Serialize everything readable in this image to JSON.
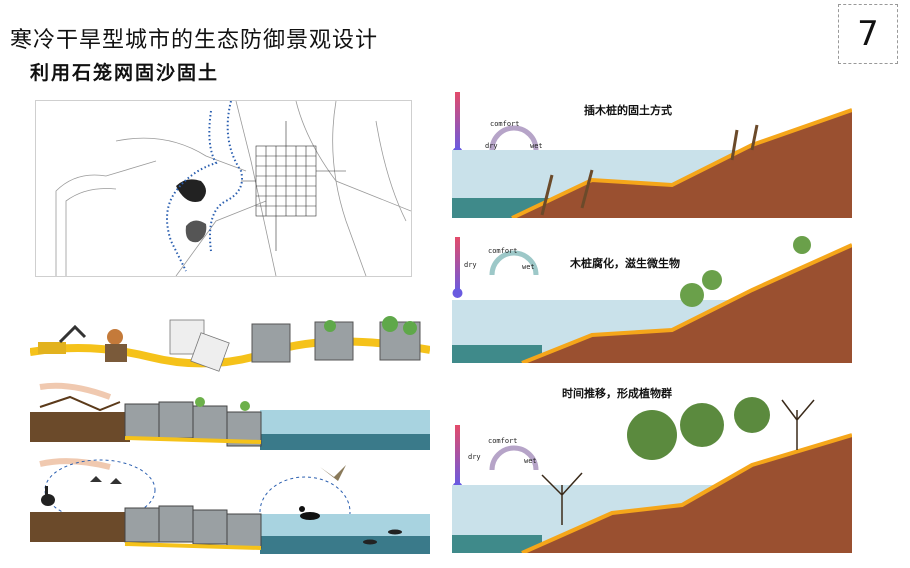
{
  "header": {
    "title": "寒冷干旱型城市的生态防御景观设计",
    "subtitle": "利用石笼网固沙固土",
    "page_number": "7"
  },
  "scenes": [
    {
      "label": "插木桩的固土方式",
      "gauge": {
        "comfort": "comfort",
        "dry": "dry",
        "wet": "wet"
      }
    },
    {
      "label": "木桩腐化，滋生微生物",
      "gauge": {
        "comfort": "comfort",
        "dry": "dry",
        "wet": "wet"
      }
    },
    {
      "label": "时间推移，形成植物群",
      "gauge": {
        "comfort": "comfort",
        "dry": "dry",
        "wet": "wet"
      }
    }
  ],
  "colors": {
    "accent_yellow": "#f5c21a",
    "soil": "#8a4a2a",
    "water": "#a8d3e0",
    "route_dots": "#2b5fb0",
    "thermo_top": "#e34b6a",
    "thermo_bottom": "#6a5be0"
  }
}
